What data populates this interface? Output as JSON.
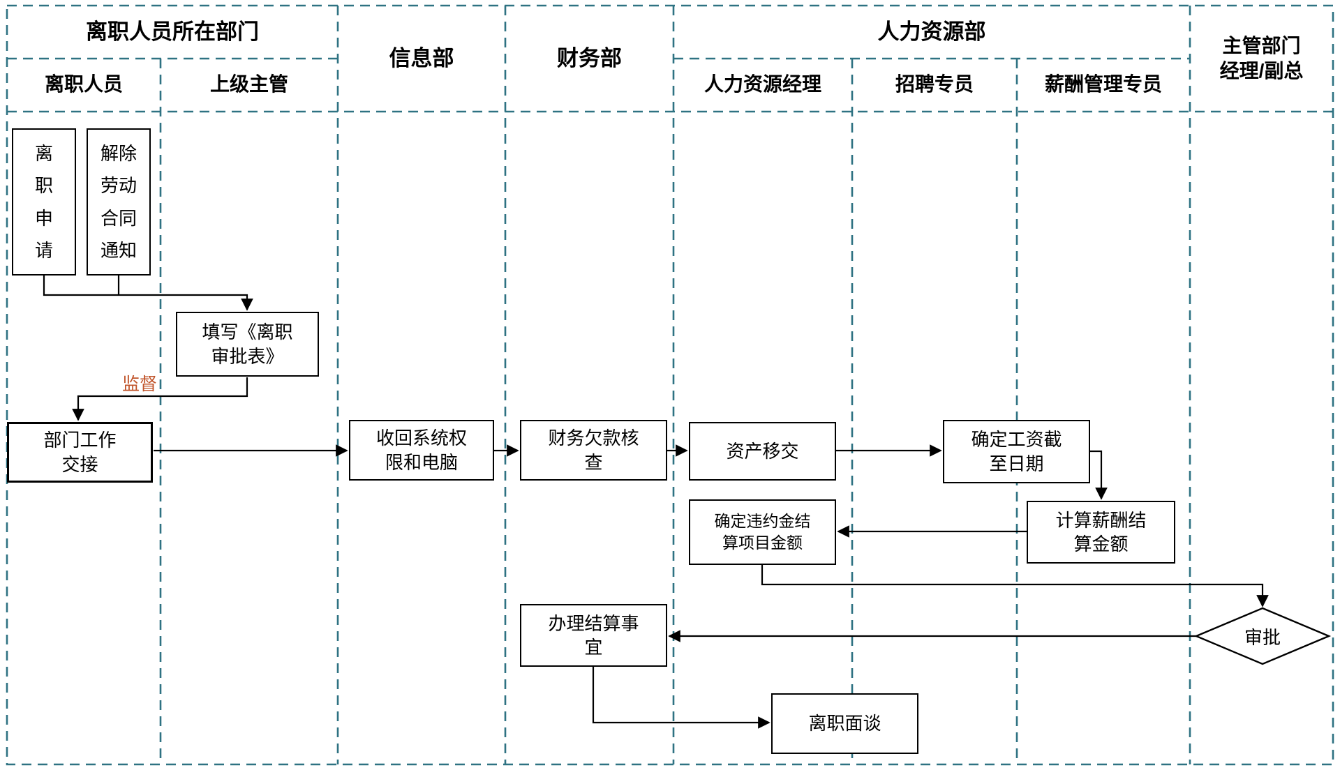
{
  "diagram": {
    "lanes": {
      "dept_group": "离职人员所在部门",
      "resignee": "离职人员",
      "supervisor": "上级主管",
      "it_dept": "信息部",
      "finance_dept": "财务部",
      "hr_group": "人力资源部",
      "hr_manager": "人力资源经理",
      "recruiter": "招聘专员",
      "compensation": "薪酬管理专员",
      "exec": "主管部门\n经理/副总"
    },
    "nodes": {
      "resign_apply": "离\n职\n申\n请",
      "contract_notice": "解除\n劳动\n合同\n通知",
      "fill_form": "填写《离职\n审批表》",
      "handover": "部门工作\n交接",
      "revoke_access": "收回系统权\n限和电脑",
      "debt_check": "财务欠款核\n查",
      "asset_transfer": "资产移交",
      "salary_cutoff": "确定工资截\n至日期",
      "calc_settlement": "计算薪酬结\n算金额",
      "penalty_amount": "确定违约金结\n算项目金额",
      "approval": "审批",
      "settle_matters": "办理结算事\n宜",
      "exit_interview": "离职面谈"
    },
    "labels": {
      "supervise": "监督"
    },
    "colors": {
      "lane_border": "#2e7282",
      "flow": "#000000",
      "supervise": "#c05329",
      "node_bg": "#ffffff"
    }
  }
}
